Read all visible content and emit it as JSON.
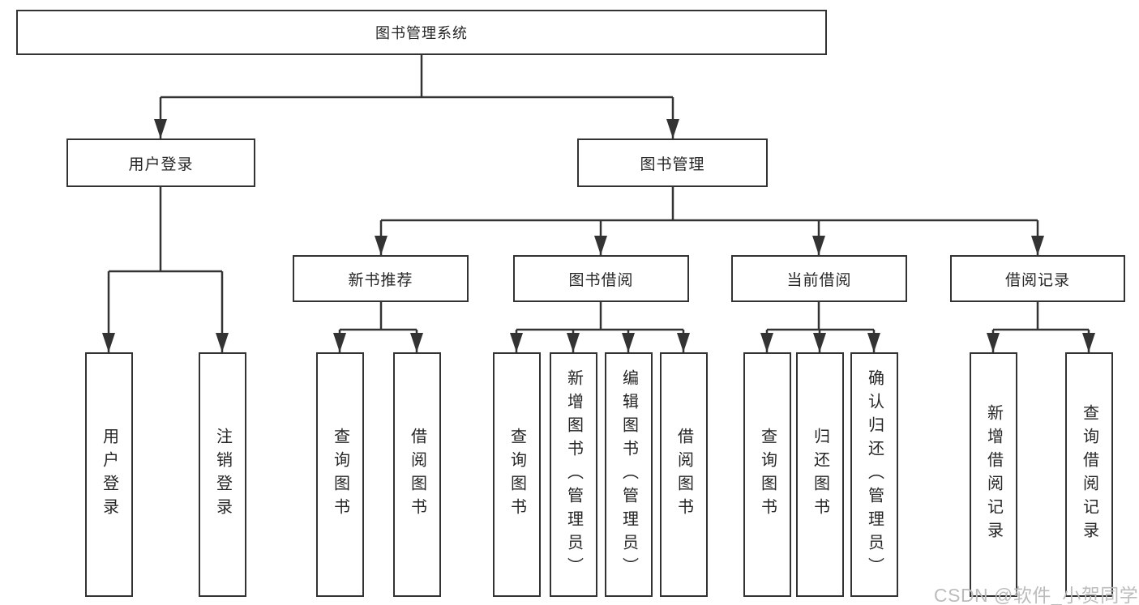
{
  "diagram": {
    "root": {
      "label": "图书管理系统"
    },
    "branches": [
      {
        "label": "用户登录",
        "children": [
          {
            "label": "用户登录"
          },
          {
            "label": "注销登录"
          }
        ]
      },
      {
        "label": "图书管理",
        "children": [
          {
            "label": "新书推荐",
            "children": [
              {
                "label": "查询图书"
              },
              {
                "label": "借阅图书"
              }
            ]
          },
          {
            "label": "图书借阅",
            "children": [
              {
                "label": "查询图书"
              },
              {
                "label": "新增图书（管理员）"
              },
              {
                "label": "编辑图书（管理员）"
              },
              {
                "label": "借阅图书"
              }
            ]
          },
          {
            "label": "当前借阅",
            "children": [
              {
                "label": "查询图书"
              },
              {
                "label": "归还图书"
              },
              {
                "label": "确认归还（管理员）"
              }
            ]
          },
          {
            "label": "借阅记录",
            "children": [
              {
                "label": "新增借阅记录"
              },
              {
                "label": "查询借阅记录"
              }
            ]
          }
        ]
      }
    ]
  },
  "watermark": {
    "text": "CSDN @软件_小贺同学",
    "color": "#bcbcbc"
  },
  "colors": {
    "line": "#333333",
    "box_border": "#333333",
    "box_fill": "#ffffff",
    "text": "#262626",
    "background": "#ffffff"
  }
}
